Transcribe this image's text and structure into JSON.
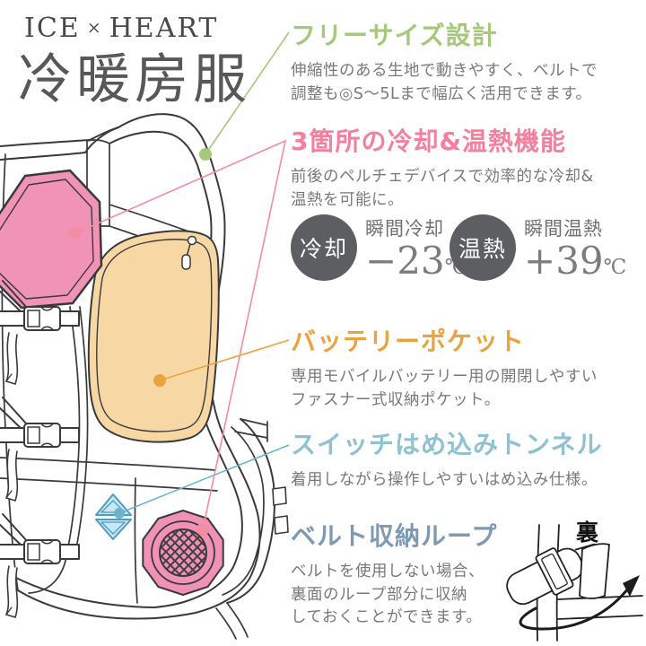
{
  "brand": {
    "logo_ice": "ICE",
    "logo_x": "×",
    "logo_heart": "HEART",
    "product_title": "冷暖房服"
  },
  "features": [
    {
      "heading": "フリーサイズ設計",
      "accent_color": "#a6c87b",
      "body_lines": [
        "伸縮性のある生地で動きやすく、ベルトで",
        "調整も◎S〜5Lまで幅広く活用できます。"
      ]
    },
    {
      "heading": "3箇所の冷却&温熱機能",
      "accent_color": "#f47f9e",
      "body_lines": [
        "前後のペルチェデバイスで効率的な冷却&",
        "温熱を可能に。"
      ]
    },
    {
      "heading": "バッテリーポケット",
      "accent_color": "#eaa33e",
      "body_lines": [
        "専用モバイルバッテリー用の開閉しやすい",
        "ファスナー式収納ポケット。"
      ]
    },
    {
      "heading": "スイッチはめ込みトンネル",
      "accent_color": "#8ec1d2",
      "body_lines": [
        "着用しながら操作しやすいはめ込み仕様。"
      ]
    },
    {
      "heading": "ベルト収納ループ",
      "accent_color": "#7e99b4",
      "body_lines": [
        "ベルトを使用しない場合、",
        "裏面のループ部分に収納",
        "しておくことができます。"
      ]
    }
  ],
  "temperature_badges": [
    {
      "label": "冷却",
      "caption": "瞬間冷却",
      "value": "−23",
      "unit": "℃"
    },
    {
      "label": "温熱",
      "caption": "瞬間温熱",
      "value": "+39",
      "unit": "℃"
    }
  ],
  "belt_illustration": {
    "back_label": "裏"
  },
  "colors": {
    "badge_circle": "#5d5e61",
    "body_text": "#77797c",
    "title_text": "#57585a",
    "line_art": "#3a3a3b",
    "chest_device": "#f192b7",
    "battery_pocket": "#f7d8a4",
    "switch": "#c6e7f3",
    "fan": "#f191b6",
    "callout_green": "#a6c87b",
    "callout_pink": "#f48ca4",
    "callout_orange": "#eba23f",
    "callout_teal": "#6db4c9"
  }
}
